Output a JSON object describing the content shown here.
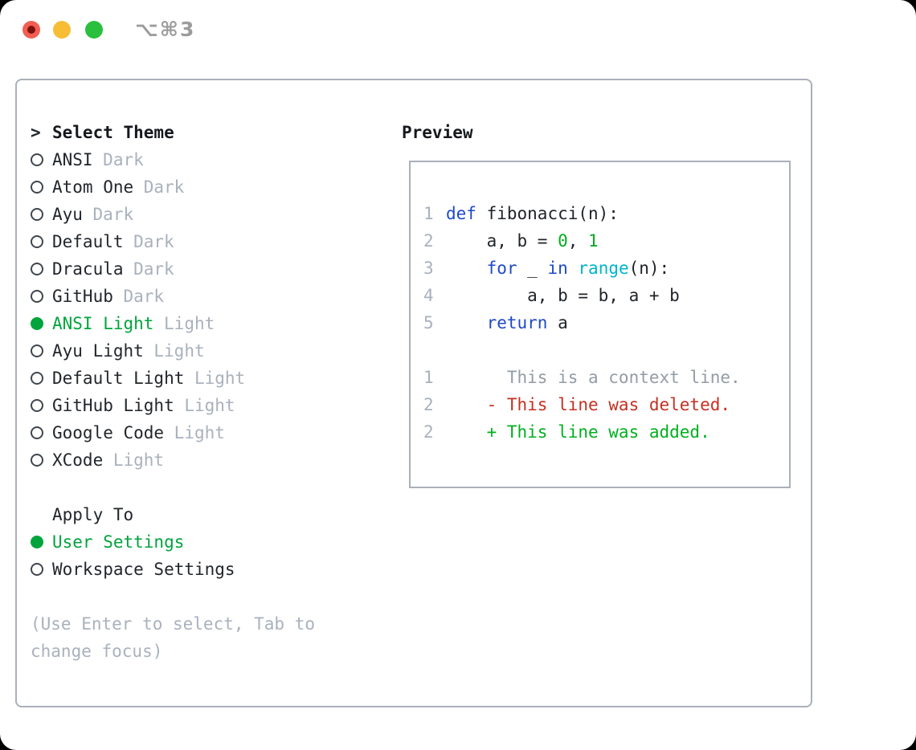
{
  "window": {
    "title": "⌥⌘3",
    "traffic_lights": [
      "close",
      "minimize",
      "zoom"
    ]
  },
  "colors": {
    "accent-green": "#00a43c",
    "text-dark": "#22262b",
    "muted-gray": "#a9b1bd",
    "keyword-blue": "#1f49c9",
    "function-cyan": "#00b5cc",
    "number-green": "#00ac1f",
    "diff-context-gray": "#939ca6",
    "diff-red": "#c53022",
    "diff-green": "#00b01e",
    "border-gray": "#aab0ba",
    "traffic-red": "#f25e52",
    "traffic-yellow": "#f7bd35",
    "traffic-green": "#2ac03d",
    "title-gray": "#9c9c9c"
  },
  "theme_panel": {
    "header": {
      "marker": ">",
      "label": "Select Theme"
    },
    "items": [
      {
        "id": "ansi-dark",
        "label": "ANSI",
        "tag": "Dark",
        "selected": false
      },
      {
        "id": "atom-one-dark",
        "label": "Atom One",
        "tag": "Dark",
        "selected": false
      },
      {
        "id": "ayu-dark",
        "label": "Ayu",
        "tag": "Dark",
        "selected": false
      },
      {
        "id": "default-dark",
        "label": "Default",
        "tag": "Dark",
        "selected": false
      },
      {
        "id": "dracula-dark",
        "label": "Dracula",
        "tag": "Dark",
        "selected": false
      },
      {
        "id": "github-dark",
        "label": "GitHub",
        "tag": "Dark",
        "selected": false
      },
      {
        "id": "ansi-light",
        "label": "ANSI Light",
        "tag": "Light",
        "selected": true
      },
      {
        "id": "ayu-light",
        "label": "Ayu Light",
        "tag": "Light",
        "selected": false
      },
      {
        "id": "default-light",
        "label": "Default Light",
        "tag": "Light",
        "selected": false
      },
      {
        "id": "github-light",
        "label": "GitHub Light",
        "tag": "Light",
        "selected": false
      },
      {
        "id": "google-code-light",
        "label": "Google Code",
        "tag": "Light",
        "selected": false
      },
      {
        "id": "xcode-light",
        "label": "XCode",
        "tag": "Light",
        "selected": false
      }
    ],
    "apply_to": {
      "header": "Apply To",
      "options": [
        {
          "id": "user-settings",
          "label": "User Settings",
          "selected": true
        },
        {
          "id": "workspace-settings",
          "label": "Workspace Settings",
          "selected": false
        }
      ]
    },
    "help_lines": [
      "(Use Enter to select, Tab to",
      "change focus)"
    ]
  },
  "preview": {
    "title": "Preview",
    "code_lines": [
      {
        "num": "1",
        "segs": [
          {
            "t": "def",
            "c": "kw"
          },
          {
            "t": " fibonacci(n):",
            "c": "fg"
          }
        ]
      },
      {
        "num": "2",
        "segs": [
          {
            "t": "    a, b = ",
            "c": "fg"
          },
          {
            "t": "0",
            "c": "num"
          },
          {
            "t": ", ",
            "c": "fg"
          },
          {
            "t": "1",
            "c": "num"
          }
        ]
      },
      {
        "num": "3",
        "segs": [
          {
            "t": "    ",
            "c": "fg"
          },
          {
            "t": "for",
            "c": "kw"
          },
          {
            "t": " _ ",
            "c": "fg"
          },
          {
            "t": "in",
            "c": "kw"
          },
          {
            "t": " ",
            "c": "fg"
          },
          {
            "t": "range",
            "c": "fn"
          },
          {
            "t": "(n):",
            "c": "fg"
          }
        ]
      },
      {
        "num": "4",
        "segs": [
          {
            "t": "        a, b = b, a + b",
            "c": "fg"
          }
        ]
      },
      {
        "num": "5",
        "segs": [
          {
            "t": "    ",
            "c": "fg"
          },
          {
            "t": "return",
            "c": "kw"
          },
          {
            "t": " a",
            "c": "fg"
          }
        ]
      }
    ],
    "diff_lines": [
      {
        "num": "1",
        "segs": [
          {
            "t": "      This is a context line.",
            "c": "ctx"
          }
        ]
      },
      {
        "num": "2",
        "segs": [
          {
            "t": "    - This line was deleted.",
            "c": "del"
          }
        ]
      },
      {
        "num": "2",
        "segs": [
          {
            "t": "    + This line was added.",
            "c": "add"
          }
        ]
      }
    ]
  }
}
